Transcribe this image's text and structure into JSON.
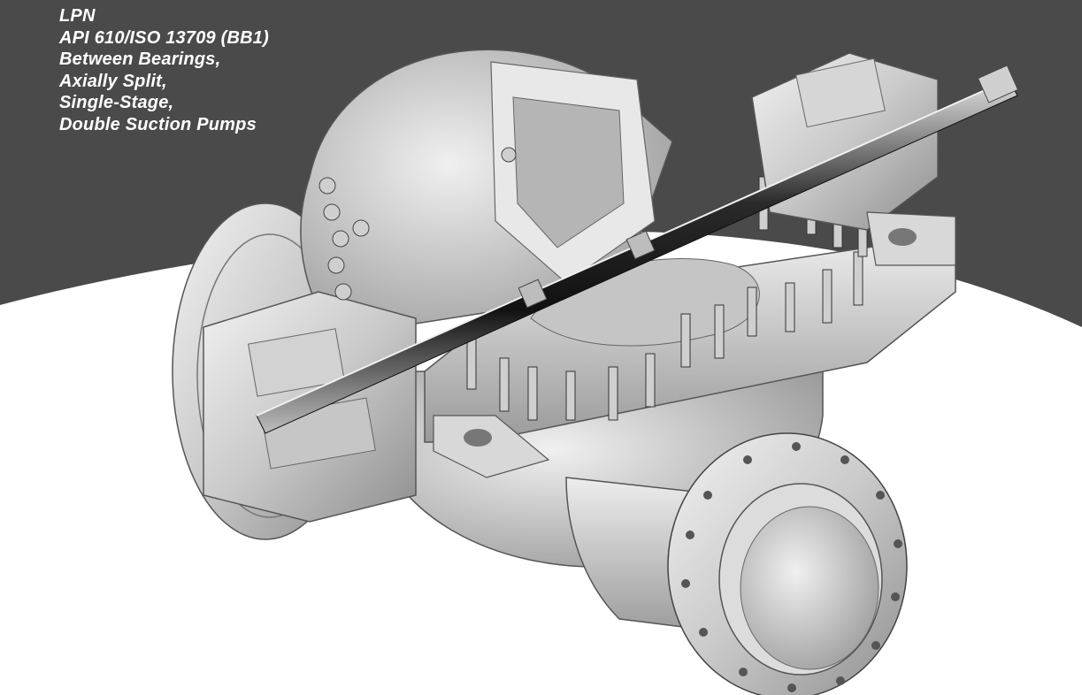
{
  "title_lines": [
    "LPN",
    "API 610/ISO 13709 (BB1)",
    "Between Bearings,",
    "Axially Split,",
    "Single-Stage,",
    "Double Suction Pumps"
  ],
  "colors": {
    "background_dark": "#4a4a4a",
    "background_light": "#ffffff",
    "title_text": "#ffffff",
    "metal": "#cfcfcf",
    "metal_dark": "#8a8a8a",
    "shaft": "#1e1e1e"
  },
  "illustration": "pump-cutaway"
}
